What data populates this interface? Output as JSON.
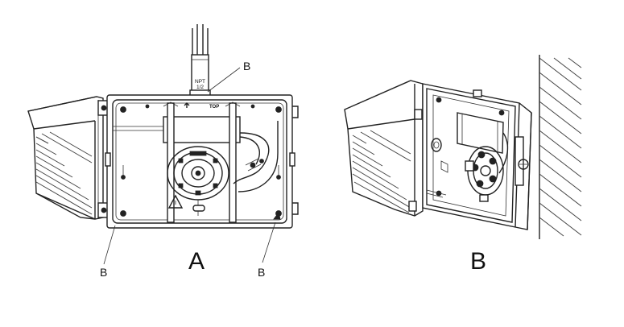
{
  "callouts": {
    "b_top": "B",
    "b_left": "B",
    "b_right": "B"
  },
  "captions": {
    "view_a": "A",
    "view_b": "B"
  },
  "conduit_label": {
    "line1": "NPT",
    "line2": "1/2"
  },
  "top_mark": "TOP"
}
